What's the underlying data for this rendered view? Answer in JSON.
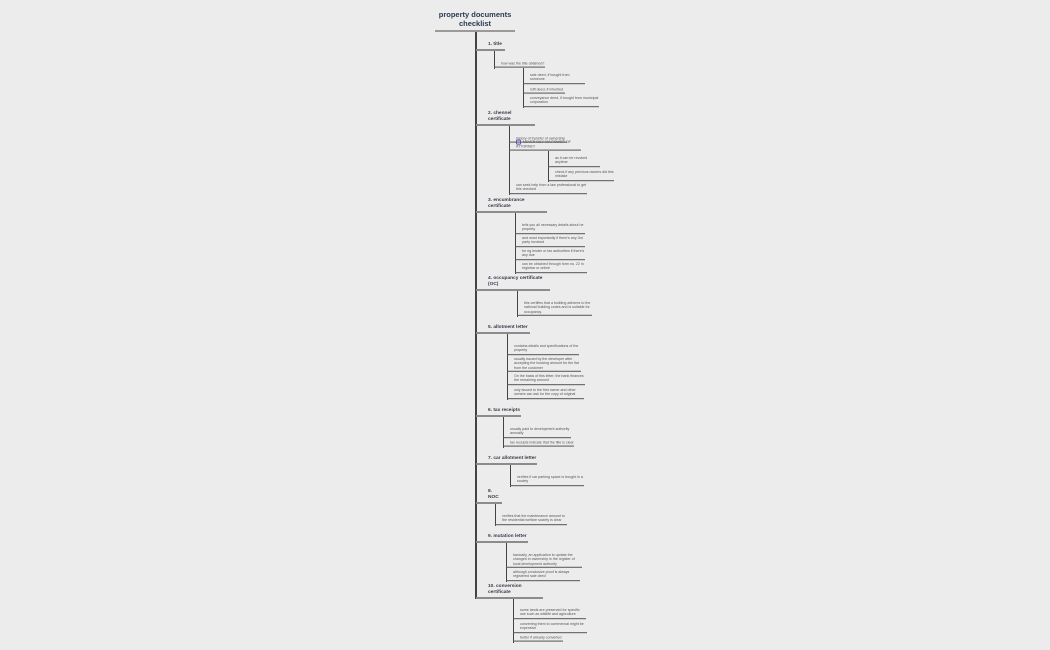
{
  "title": "property documents checklist",
  "colors": {
    "background": "#ececec",
    "title": "#2c3a50",
    "warning_icon": "#6b4fbf"
  },
  "sections": [
    {
      "label": "1. title",
      "items": [
        {
          "text": "how was the title obtained?",
          "items": [
            {
              "text": "sale deed, if bought from someone"
            },
            {
              "text": "Gift deed, if inherited"
            },
            {
              "text": "conveyance deed, if bought from municipal corporation"
            }
          ]
        }
      ]
    },
    {
      "label": "2. chennel certificate",
      "items": [
        {
          "text": "history of transfer of ownership"
        },
        {
          "text": "NEVER BUY VIA POWER OF ATTORNEY",
          "icon": "warning-icon",
          "items": [
            {
              "text": "as it can be revoked anytime"
            },
            {
              "text": "check if any previous owners did this mistake"
            }
          ]
        },
        {
          "text": "can seek help from a law professional to get this checked"
        }
      ]
    },
    {
      "label": "3. encumbrance certificate",
      "items": [
        {
          "text": "tells you all necessary details about he property"
        },
        {
          "text": "and most importantly if there's any 3rd party involved"
        },
        {
          "text": "for eg lender or tax authorities if there's any due"
        },
        {
          "text": "can be obtained through form no. 22 in registrar or online"
        }
      ]
    },
    {
      "label": "4. occupancy certificate (OC)",
      "items": [
        {
          "text": "this certifies that a building adheres to the national building codes and is suitable for occupancy."
        }
      ]
    },
    {
      "label": "5. allotment letter",
      "items": [
        {
          "text": "contains details and specifications of the property"
        },
        {
          "text": "usually issued by the developer after accepting the booking amount for the flat from the customer"
        },
        {
          "text": "On the basis of this letter, the bank finances the remaining amount"
        },
        {
          "text": "only issued to the first owner and other owners can ask for the copy of original"
        }
      ]
    },
    {
      "label": "6. tax receipts",
      "items": [
        {
          "text": "usually paid to development authority annually"
        },
        {
          "text": "tax receipts indicate that the title is clear"
        }
      ]
    },
    {
      "label": "7. car allotment letter",
      "items": [
        {
          "text": "verifies if car parking space is bought in a society"
        }
      ]
    },
    {
      "label": "8. NOC",
      "items": [
        {
          "text": "verifies that the maintenance amount to the residential welfare society is clear"
        }
      ]
    },
    {
      "label": "9. mutation letter",
      "items": [
        {
          "text": "basically, an application to update the changed in ownership in the register of local development authority"
        },
        {
          "text": "although conclusive proof is always registered sale deed"
        }
      ]
    },
    {
      "label": "10. conversion certificate",
      "items": [
        {
          "text": "some lands are preserved for specific use such as wildlife and agriculture"
        },
        {
          "text": "converting them to commercial might be expensive"
        },
        {
          "text": "better if already converted"
        }
      ]
    }
  ]
}
